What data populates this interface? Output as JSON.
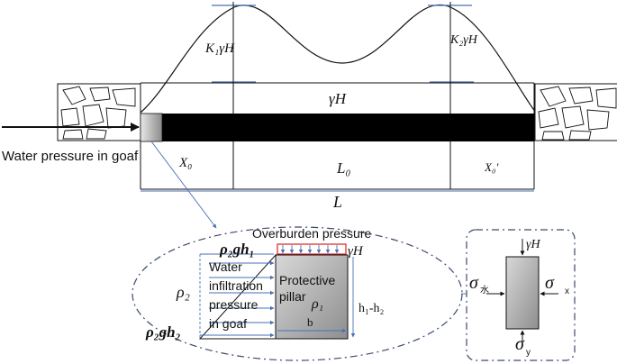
{
  "labels": {
    "k1_gamma_h": "K₁γH",
    "k2_gamma_h": "K₂γH",
    "gamma_h_top": "γH",
    "water_pressure_goaf": "Water pressure in goaf",
    "x0": "X₀",
    "l0": "L₀",
    "x0_prime": "X₀′",
    "l": "L",
    "overburden_pressure": "Overburden pressure",
    "rho2_g_h1": "ρ₂gh₁",
    "gamma_h_detail": "γH",
    "rho2": "ρ₂",
    "water_infiltration": [
      "Water",
      "infiltration",
      "pressure",
      "in goaf"
    ],
    "protective_pillar": [
      "Protective",
      "pillar"
    ],
    "rho1": "ρ₁",
    "b": "b",
    "h1_minus_h2": "h₁-h₂",
    "rho2_g_h2": "ρ₂gh₂",
    "gamma_h_right": "γH",
    "sigma_water": "σ",
    "sigma_water_sub": "水",
    "sigma_x": "σ",
    "sigma_x_sub": "x",
    "sigma_y": "σ",
    "sigma_y_sub": "y"
  },
  "colors": {
    "line": "#111111",
    "pillar_fill": "#000000",
    "ellipse_stroke": "#3b4a6b",
    "guide_blue": "#4a6fb5",
    "red_rect": "#e02020",
    "pillar_gradient_light": "#e8e8e8",
    "pillar_gradient_dark": "#8a8a8a"
  }
}
